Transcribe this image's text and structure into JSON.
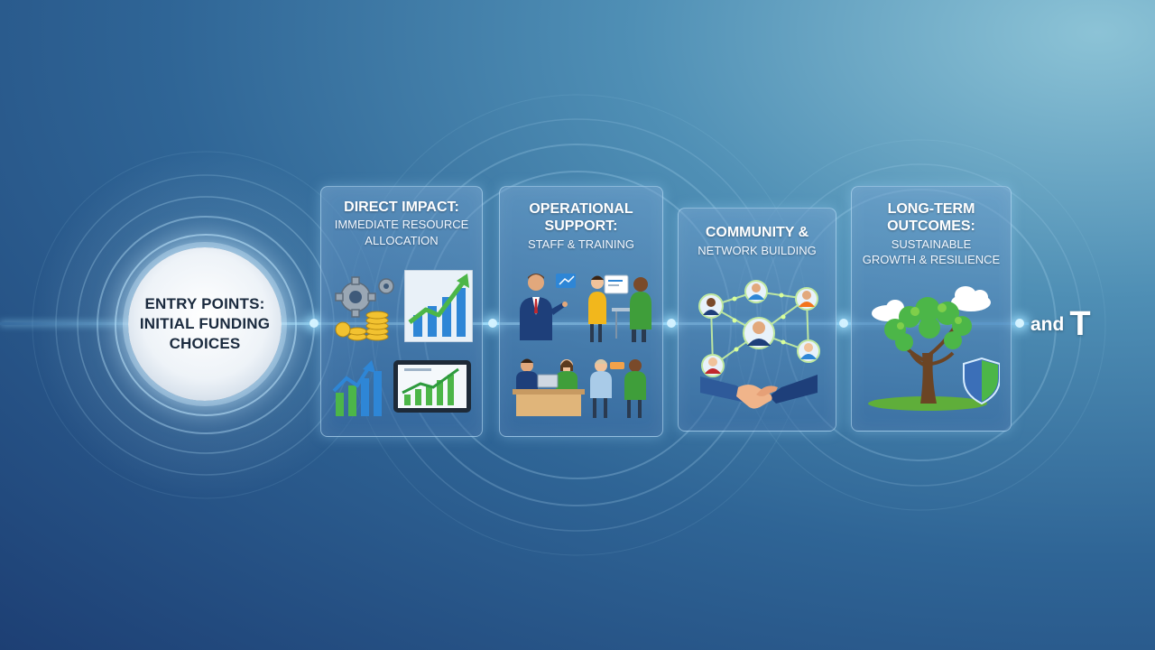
{
  "entry": {
    "line1": "ENTRY POINTS:",
    "line2": "INITIAL FUNDING",
    "line3": "CHOICES"
  },
  "stages": [
    {
      "title": "DIRECT IMPACT:",
      "subtitle": [
        "IMMEDIATE RESOURCE",
        "ALLOCATION"
      ],
      "icons": [
        "gears-icon",
        "coins-icon",
        "growth-chart-icon",
        "bar-chart-icon",
        "tablet-chart-icon"
      ]
    },
    {
      "title": [
        "OPERATIONAL",
        "SUPPORT:"
      ],
      "subtitle": [
        "STAFF & TRAINING"
      ],
      "icons": [
        "presenter-icon",
        "team-meeting-icon",
        "office-desk-icon",
        "colleagues-discussion-icon"
      ]
    },
    {
      "title": [
        "COMMUNITY &"
      ],
      "subtitle": [
        "NETWORK BUILDING"
      ],
      "icons": [
        "people-network-icon",
        "handshake-icon"
      ]
    },
    {
      "title": [
        "LONG-TERM",
        "OUTCOMES:"
      ],
      "subtitle": [
        "SUSTAINABLE",
        "GROWTH & RESILIENCE"
      ],
      "icons": [
        "tree-icon",
        "cloud-icon",
        "shield-icon"
      ]
    }
  ],
  "tail": {
    "word": "and",
    "letter": "T"
  },
  "colors": {
    "background": "#2f6596",
    "glow": "#a6e0ff",
    "growth_green": "#4cb648"
  }
}
